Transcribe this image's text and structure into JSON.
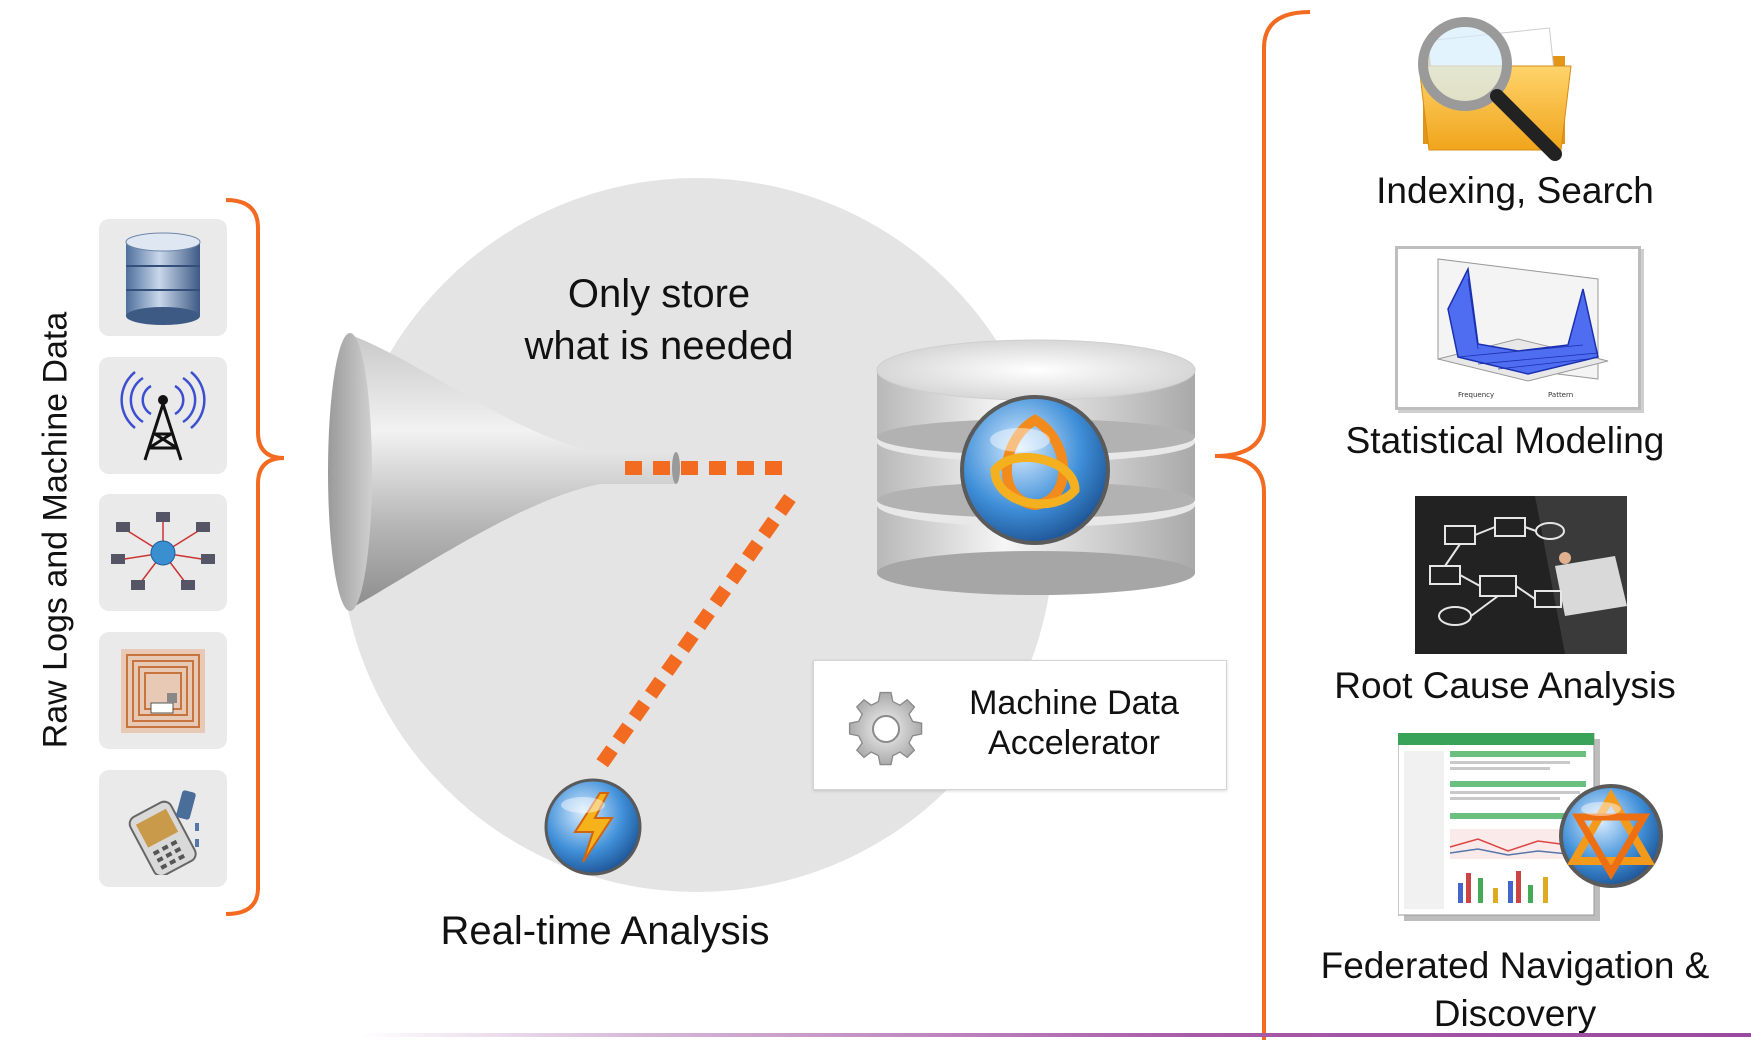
{
  "diagram": {
    "side_label": "Raw Logs and Machine Data",
    "sources": [
      {
        "icon": "database-icon"
      },
      {
        "icon": "radio-tower-icon"
      },
      {
        "icon": "network-icon"
      },
      {
        "icon": "rfid-tag-icon"
      },
      {
        "icon": "mobile-phone-icon"
      }
    ],
    "center": {
      "store_line1": "Only store",
      "store_line2": "what is needed",
      "realtime_label": "Real-time Analysis",
      "accelerator_line1": "Machine Data",
      "accelerator_line2": "Accelerator"
    },
    "outputs": [
      {
        "label": "Indexing, Search",
        "icon": "folder-search-icon"
      },
      {
        "label": "Statistical Modeling",
        "icon": "statistical-plot-icon"
      },
      {
        "label": "Root Cause Analysis",
        "icon": "flowchart-drawing-icon"
      },
      {
        "label_line1": "Federated Navigation &",
        "label_line2": "Discovery",
        "icon": "dashboard-report-icon"
      }
    ],
    "colors": {
      "accent_orange": "#f26b21",
      "circle_gray": "#e4e4e4",
      "tile_gray": "#eaeaea"
    }
  }
}
